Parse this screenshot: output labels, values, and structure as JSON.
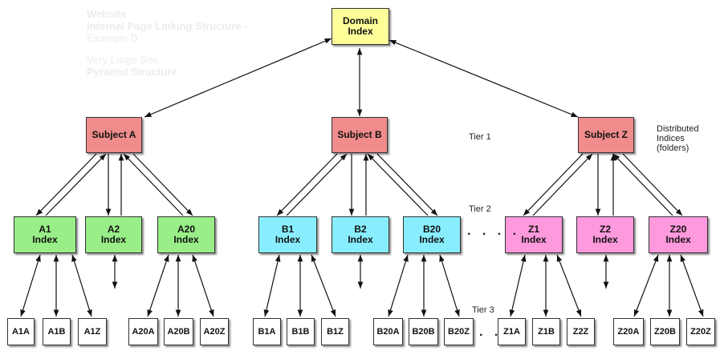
{
  "ghost_text": {
    "line1": "Website",
    "line2": "Internal Page Linking Structure -",
    "line3": "Example D",
    "line4": "Very Large Site",
    "line5": "Pyramid Structure"
  },
  "root": {
    "label": "Domain\nIndex"
  },
  "subjects": [
    {
      "label": "Subject  A"
    },
    {
      "label": "Subject  B"
    },
    {
      "label": "Subject  Z"
    }
  ],
  "indices": [
    {
      "label": "A1\nIndex"
    },
    {
      "label": "A2\nIndex"
    },
    {
      "label": "A20\nIndex"
    },
    {
      "label": "B1\nIndex"
    },
    {
      "label": "B2\nIndex"
    },
    {
      "label": "B20\nIndex"
    },
    {
      "label": "Z1\nIndex"
    },
    {
      "label": "Z2\nIndex"
    },
    {
      "label": "Z20\nIndex"
    }
  ],
  "leaves": [
    {
      "label": "A1A"
    },
    {
      "label": "A1B"
    },
    {
      "label": "A1Z"
    },
    {
      "label": "A20A"
    },
    {
      "label": "A20B"
    },
    {
      "label": "A20Z"
    },
    {
      "label": "B1A"
    },
    {
      "label": "B1B"
    },
    {
      "label": "B1Z"
    },
    {
      "label": "B20A"
    },
    {
      "label": "B20B"
    },
    {
      "label": "B20Z"
    },
    {
      "label": "Z1A"
    },
    {
      "label": "Z1B"
    },
    {
      "label": "Z2Z"
    },
    {
      "label": "Z20A"
    },
    {
      "label": "Z20B"
    },
    {
      "label": "Z20Z"
    }
  ],
  "tiers": {
    "tier1": "Tier 1",
    "tier2": "Tier 2",
    "tier3": "Tier 3"
  },
  "distributed_note": "Distributed\nIndices\n(folders)",
  "ellipsis_mid": ". . . .",
  "ellipsis_bottom": ". ."
}
